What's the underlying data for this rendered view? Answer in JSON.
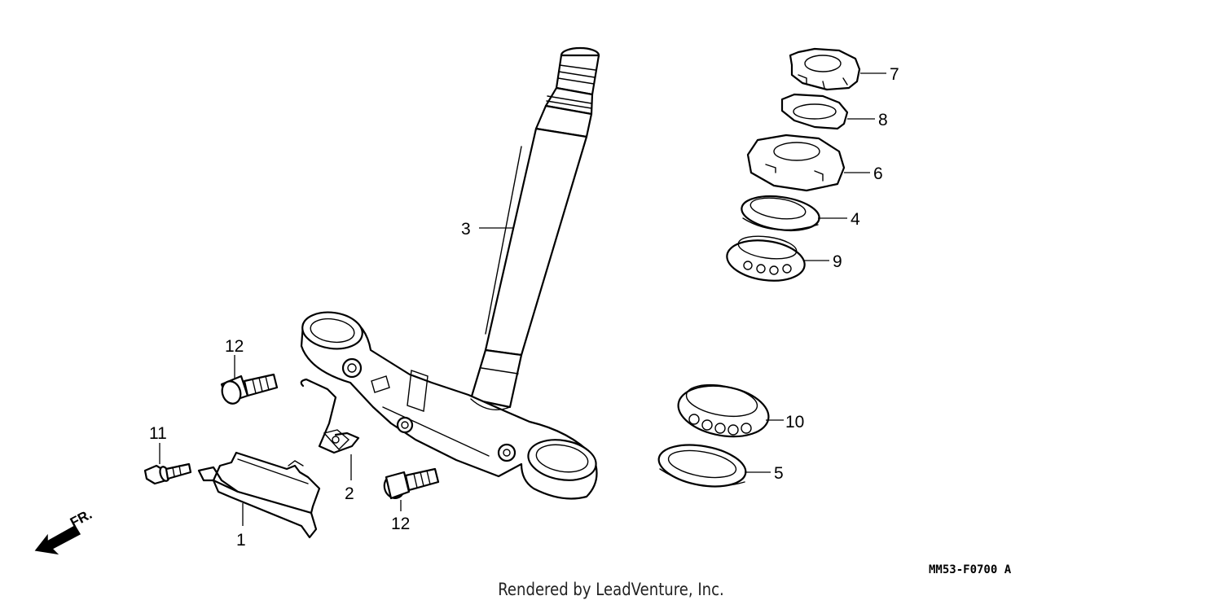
{
  "diagram": {
    "diagram_code": "MM53-F0700 A",
    "direction_indicator": "FR.",
    "callouts": [
      {
        "id": "c1",
        "label": "1"
      },
      {
        "id": "c2",
        "label": "2"
      },
      {
        "id": "c3",
        "label": "3"
      },
      {
        "id": "c4",
        "label": "4"
      },
      {
        "id": "c5",
        "label": "5"
      },
      {
        "id": "c6",
        "label": "6"
      },
      {
        "id": "c7",
        "label": "7"
      },
      {
        "id": "c8",
        "label": "8"
      },
      {
        "id": "c9",
        "label": "9"
      },
      {
        "id": "c10",
        "label": "10"
      },
      {
        "id": "c11",
        "label": "11"
      },
      {
        "id": "c12a",
        "label": "12"
      },
      {
        "id": "c12b",
        "label": "12"
      }
    ]
  },
  "footer": {
    "credit": "Rendered by LeadVenture, Inc."
  }
}
